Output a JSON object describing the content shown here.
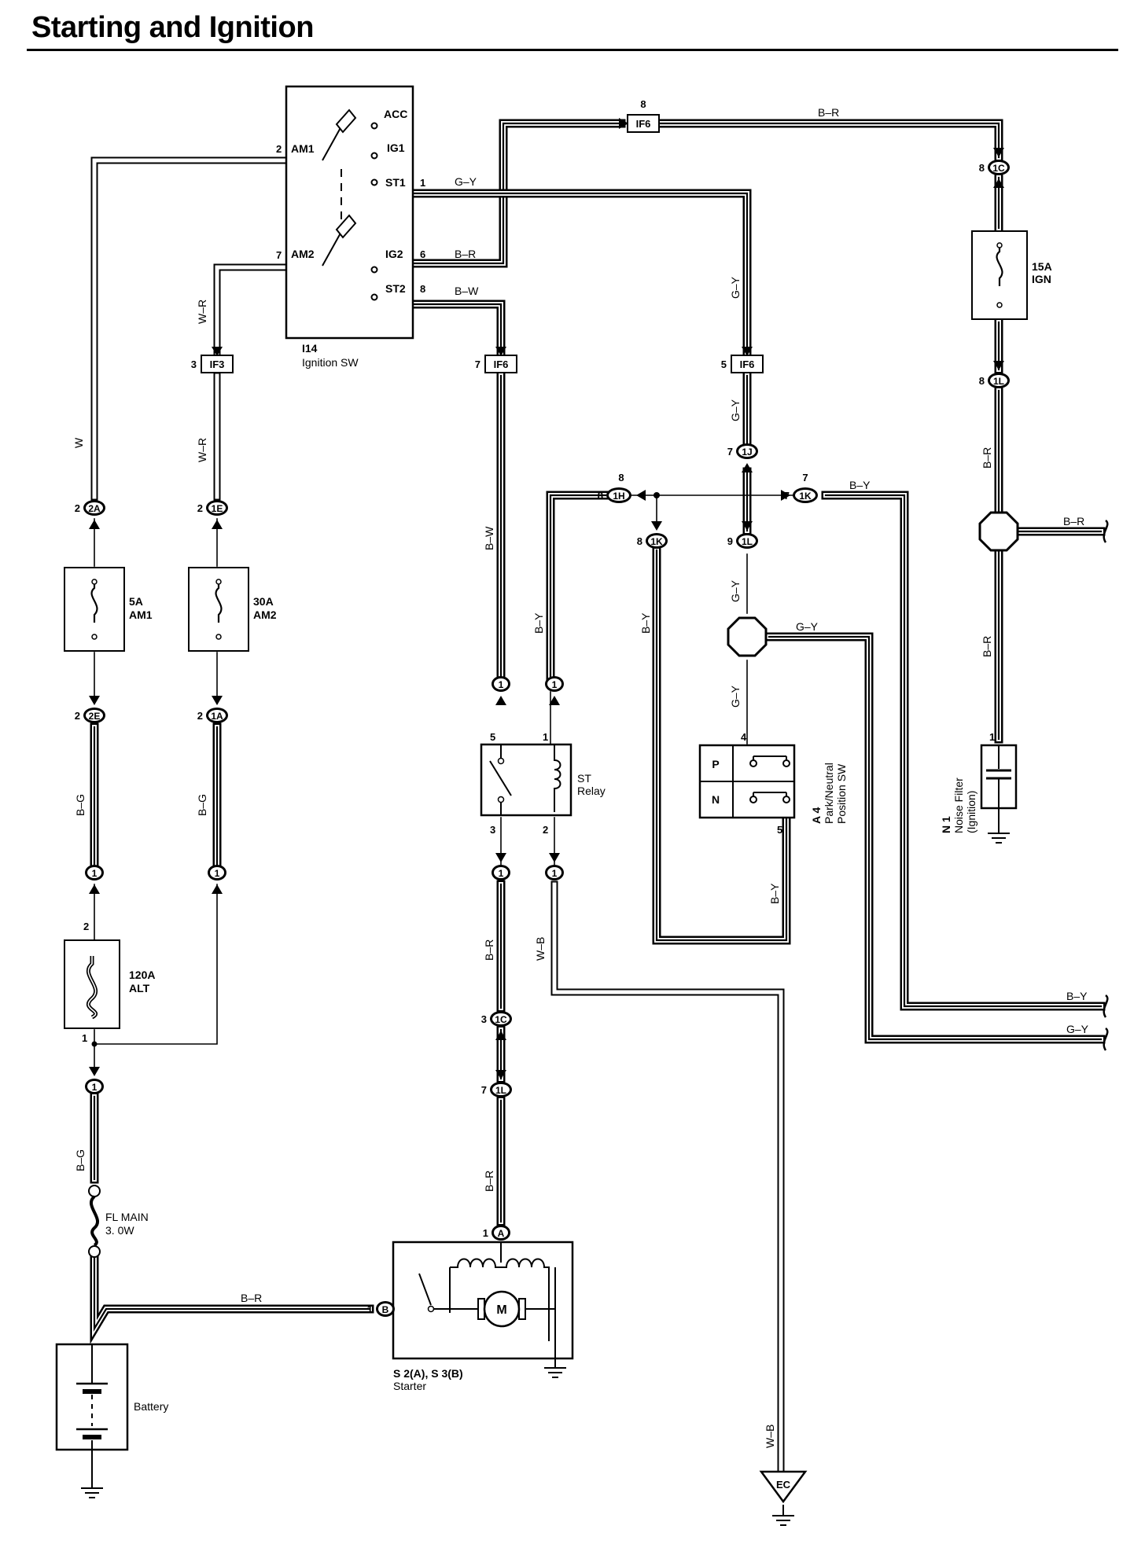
{
  "title": "Starting and Ignition",
  "components": {
    "ignition_sw": {
      "id": "I14",
      "name": "Ignition SW",
      "terminals": [
        "ACC",
        "AM1",
        "IG1",
        "ST1",
        "AM2",
        "IG2",
        "ST2"
      ]
    },
    "fuse_am1": {
      "rating": "5A",
      "name": "AM1"
    },
    "fuse_am2": {
      "rating": "30A",
      "name": "AM2"
    },
    "fuse_alt": {
      "rating": "120A",
      "name": "ALT"
    },
    "fuse_ign": {
      "rating": "15A",
      "name": "IGN"
    },
    "fl_main": {
      "name": "FL MAIN",
      "size": "3. 0W"
    },
    "battery": {
      "name": "Battery"
    },
    "st_relay": {
      "name": "ST",
      "name2": "Relay"
    },
    "starter": {
      "id": "S 2(A), S 3(B)",
      "name": "Starter",
      "motor": "M"
    },
    "pnp_sw": {
      "id": "A 4",
      "name": "Park/Neutral",
      "name2": "Position SW",
      "p": "P",
      "n": "N"
    },
    "noise_filter": {
      "id": "N 1",
      "name": "Noise Filter",
      "name2": "(Ignition)"
    },
    "ground_ec": "EC"
  },
  "wire_colors": {
    "w": "W",
    "wr": "W–R",
    "gy": "G–Y",
    "br": "B–R",
    "bw": "B–W",
    "bg": "B–G",
    "by": "B–Y",
    "wb": "W–B"
  },
  "connectors": {
    "if6": "IF6",
    "if3": "IF3",
    "c1c": "1C",
    "c1l": "1L",
    "c1j": "1J",
    "c1h": "1H",
    "c1k": "1K",
    "c2a": "2A",
    "c1e": "1E",
    "c2e": "2E",
    "c1a": "1A",
    "c1": "1",
    "ca": "A",
    "cb": "B"
  },
  "pins": {
    "p1": "1",
    "p2": "2",
    "p3": "3",
    "p4": "4",
    "p5": "5",
    "p6": "6",
    "p7": "7",
    "p8": "8",
    "p9": "9"
  }
}
